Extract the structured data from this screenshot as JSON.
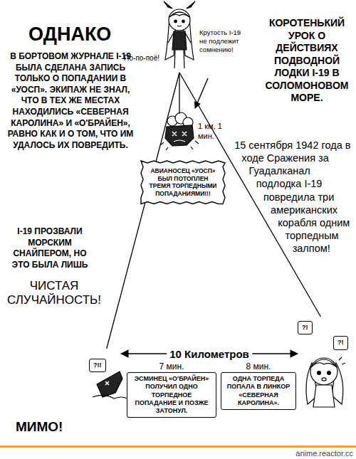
{
  "diagram": {
    "title": "КОРОТЕНЬКИЙ УРОК О ДЕЙСТВИЯХ ПОДВОДНОЙ ЛОДКИ I-19 В СОЛОМОНОВОМ МОРЕ.",
    "nodes": [
      {
        "text": [
          "По-по-поё!",
          "Крутость I-19 не подлежит сомнению!"
        ]
      },
      {
        "text": [
          "1 км, 1 мин."
        ]
      },
      {
        "text": [
          "АВИАНОСЕЦ «УОСП» БЫЛ ПОТОПЛЕН ТРЕМЯ ТОРПЕДНЫМИ ПОПАДАНИЯМИ!!!"
        ]
      },
      {
        "text": [
          "?!!"
        ]
      },
      {
        "text": [
          "7 мин.",
          "ЭСМИНЕЦ «О'БРАЙЕН» ПОЛУЧИЛ ОДНО ТОРПЕДНОЕ ПОПАДАНИЕ И ПОЗЖЕ ЗАТОНУЛ."
        ]
      },
      {
        "text": [
          "8 мин.",
          "ОДНА ТОРПЕДА ПОПАЛА В ЛИНКОР «СЕВЕРНАЯ КАРОЛИНА»."
        ]
      },
      {
        "text": [
          "?!",
          "?!"
        ]
      }
    ],
    "edges": [
      {
        "from": 0,
        "to": 1,
        "arrow": "none"
      },
      {
        "from": 0,
        "to": 3,
        "arrow": "none"
      },
      {
        "from": 0,
        "to": 6,
        "arrow": "none"
      },
      {
        "from": 3,
        "to": 6,
        "label": "10 Километров",
        "arrow": "both"
      }
    ],
    "labels": [
      "ОДНАКО",
      "В БОРТОВОМ ЖУРНАЛЕ I-19 БЫЛА СДЕЛАНА ЗАПИСЬ ТОЛЬКО О ПОПАДАНИИ В «УОСП». ЭКИПАЖ НЕ ЗНАЛ, ЧТО В ТЕХ ЖЕ МЕСТАХ НАХОДИЛИСЬ «СЕВЕРНАЯ КАРОЛИНА» И «О'БРАЙЕН», РАВНО КАК И О ТОМ, ЧТО ИМ УДАЛОСЬ ИХ ПОВРЕДИТЬ.",
      "I-19 ПРОЗВАЛИ МОРСКИМ СНАЙПЕРОМ, НО ЭТО БЫЛА ЛИШЬ",
      "ЧИСТАЯ СЛУЧАЙНОСТЬ!",
      "15 сентября 1942 года в ходе Сражения за Гуадалканал подлодка I-19 повредила три американских корабля одним торпедным залпом!",
      "МИМО!",
      "anime.reactor.cc"
    ]
  }
}
